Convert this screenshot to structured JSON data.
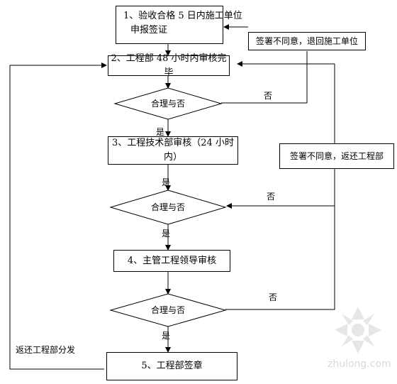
{
  "nodes": {
    "step1_line1": "1、验收合格 5 日内施工单位",
    "step1_line2": "申报签证",
    "step2": "2、工程部 48 小时内审核完毕",
    "decision1": "合理与否",
    "step3": "3、工程技术部审核（24 小时内）",
    "decision2": "合理与否",
    "step4": "4、主管工程领导审核",
    "decision3": "合理与否",
    "step5": "5、工程部签章"
  },
  "notes": {
    "reject_to_contractor": "签署不同意，退回施工单位",
    "return_to_engineering": "签署不同意，返还工程部"
  },
  "edge_labels": {
    "yes1": "是",
    "yes2": "是",
    "yes3": "是",
    "yes4": "是",
    "no1": "否",
    "no2": "否",
    "no3": "否",
    "return_distribute": "返还工程部分发"
  },
  "watermark": {
    "text": "zhulong.com"
  }
}
